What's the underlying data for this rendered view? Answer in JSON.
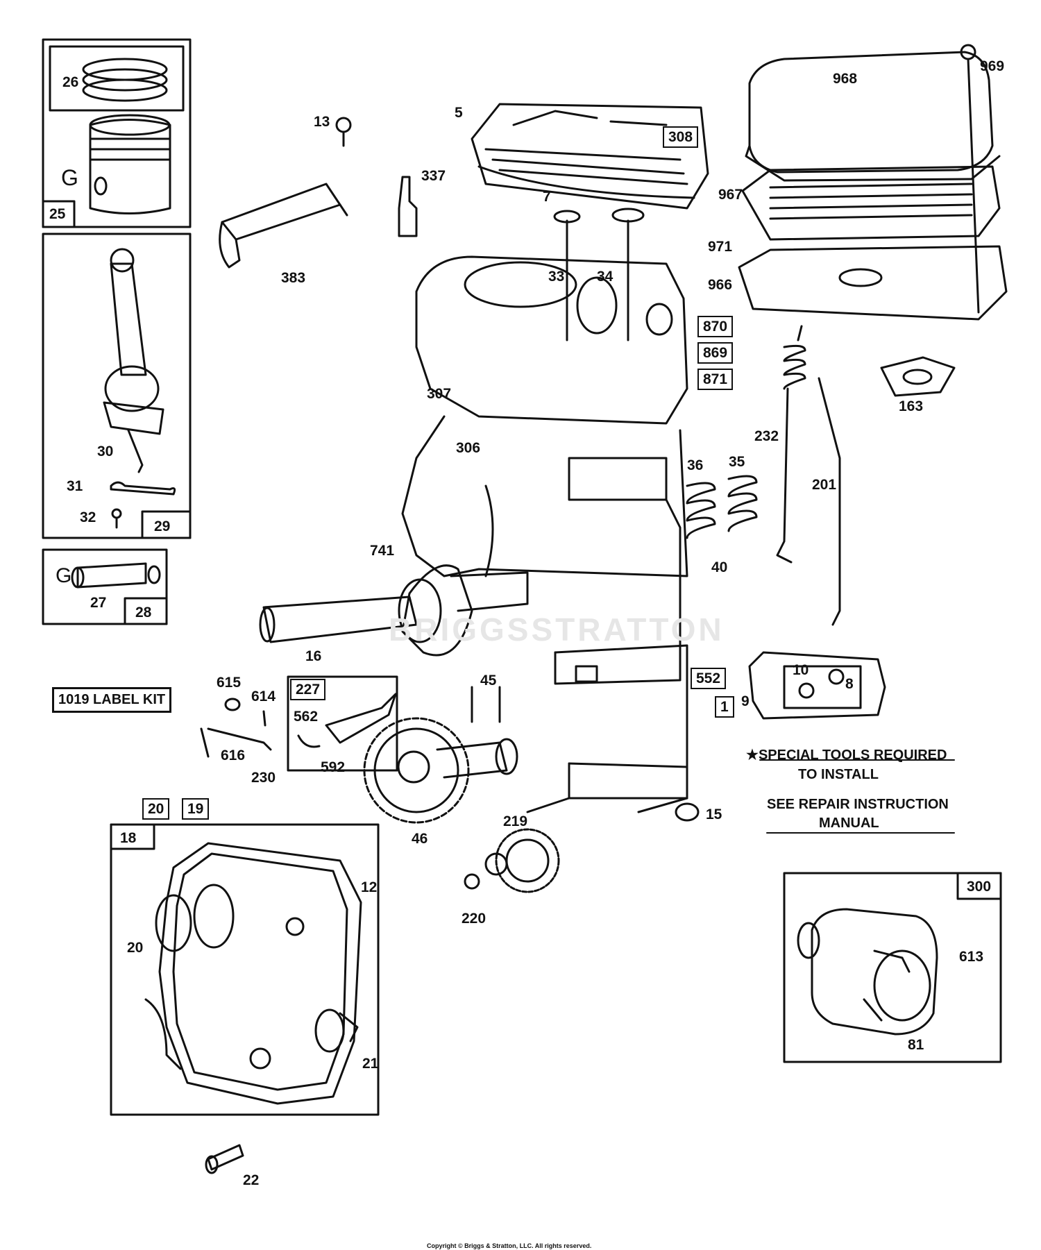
{
  "watermark": "BRIGGSSTRATTON",
  "label_kit": "1019 LABEL KIT",
  "notes": {
    "special_tools_line1": "SPECIAL TOOLS REQUIRED",
    "special_tools_line2": "TO INSTALL",
    "repair_line1": "SEE REPAIR INSTRUCTION",
    "repair_line2": "MANUAL"
  },
  "copyright": "Copyright © Briggs & Stratton, LLC. All rights reserved.",
  "parts": {
    "p26": "26",
    "p25": "25",
    "pG1": "G",
    "p30": "30",
    "p31": "31",
    "p32": "32",
    "p29": "29",
    "pG2": "G",
    "p27": "27",
    "p28": "28",
    "p13": "13",
    "p337": "337",
    "p383": "383",
    "p5": "5",
    "p308": "308",
    "p7": "7",
    "p33": "33",
    "p34": "34",
    "p968": "968",
    "p969": "969",
    "p967": "967",
    "p971": "971",
    "p966": "966",
    "p163": "163",
    "p870": "870",
    "p869": "869",
    "p871": "871",
    "p307": "307",
    "p306": "306",
    "p232": "232",
    "p201": "201",
    "p36": "36",
    "p35": "35",
    "p40": "40",
    "p741": "741",
    "p16": "16",
    "p552": "552",
    "p1": "1",
    "p9": "9",
    "p10": "10",
    "p8": "8",
    "p615": "615",
    "p614": "614",
    "p227": "227",
    "p562": "562",
    "p616": "616",
    "p592": "592",
    "p230": "230",
    "p45": "45",
    "p46": "46",
    "p15": "15",
    "p20a": "20",
    "p19": "19",
    "p18": "18",
    "p12": "12",
    "p20b": "20",
    "p21": "21",
    "p22": "22",
    "p219": "219",
    "p220": "220",
    "p300": "300",
    "p613": "613",
    "p81": "81"
  }
}
